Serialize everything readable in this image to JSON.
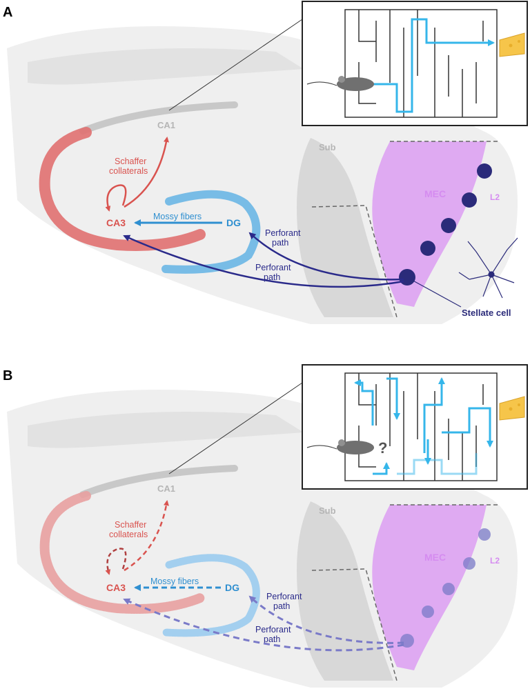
{
  "panels": [
    {
      "letter": "A",
      "labels": {
        "ca1": "CA1",
        "ca3": "CA3",
        "dg": "DG",
        "sub": "Sub",
        "mec": "MEC",
        "l2": "L2",
        "schaffer_line1": "Schaffer",
        "schaffer_line2": "collaterals",
        "mossy": "Mossy fibers",
        "perforant1_line1": "Perforant",
        "perforant1_line2": "path",
        "perforant2_line1": "Perforant",
        "perforant2_line2": "path",
        "stellate": "Stellate cell"
      }
    },
    {
      "letter": "B",
      "labels": {
        "ca1": "CA1",
        "ca3": "CA3",
        "dg": "DG",
        "sub": "Sub",
        "mec": "MEC",
        "l2": "L2",
        "schaffer_line1": "Schaffer",
        "schaffer_line2": "collaterals",
        "mossy": "Mossy fibers",
        "perforant1_line1": "Perforant",
        "perforant1_line2": "path",
        "perforant2_line1": "Perforant",
        "perforant2_line2": "path",
        "maze_question": "?"
      }
    }
  ],
  "colors": {
    "ca3_red": "#e07070",
    "arrow_red": "#d9534f",
    "dg_blue": "#5aaee0",
    "arrow_blue": "#2f8fd0",
    "perforant_navy": "#2a2a8a",
    "perforant_dashed": "#7a7ac8",
    "mec_violet": "#d58cf0",
    "stellate_dark": "#2b2b7a",
    "gray_text": "#b5b5b5",
    "maze_path": "#35b6ea",
    "cheese": "#f6c54a"
  }
}
